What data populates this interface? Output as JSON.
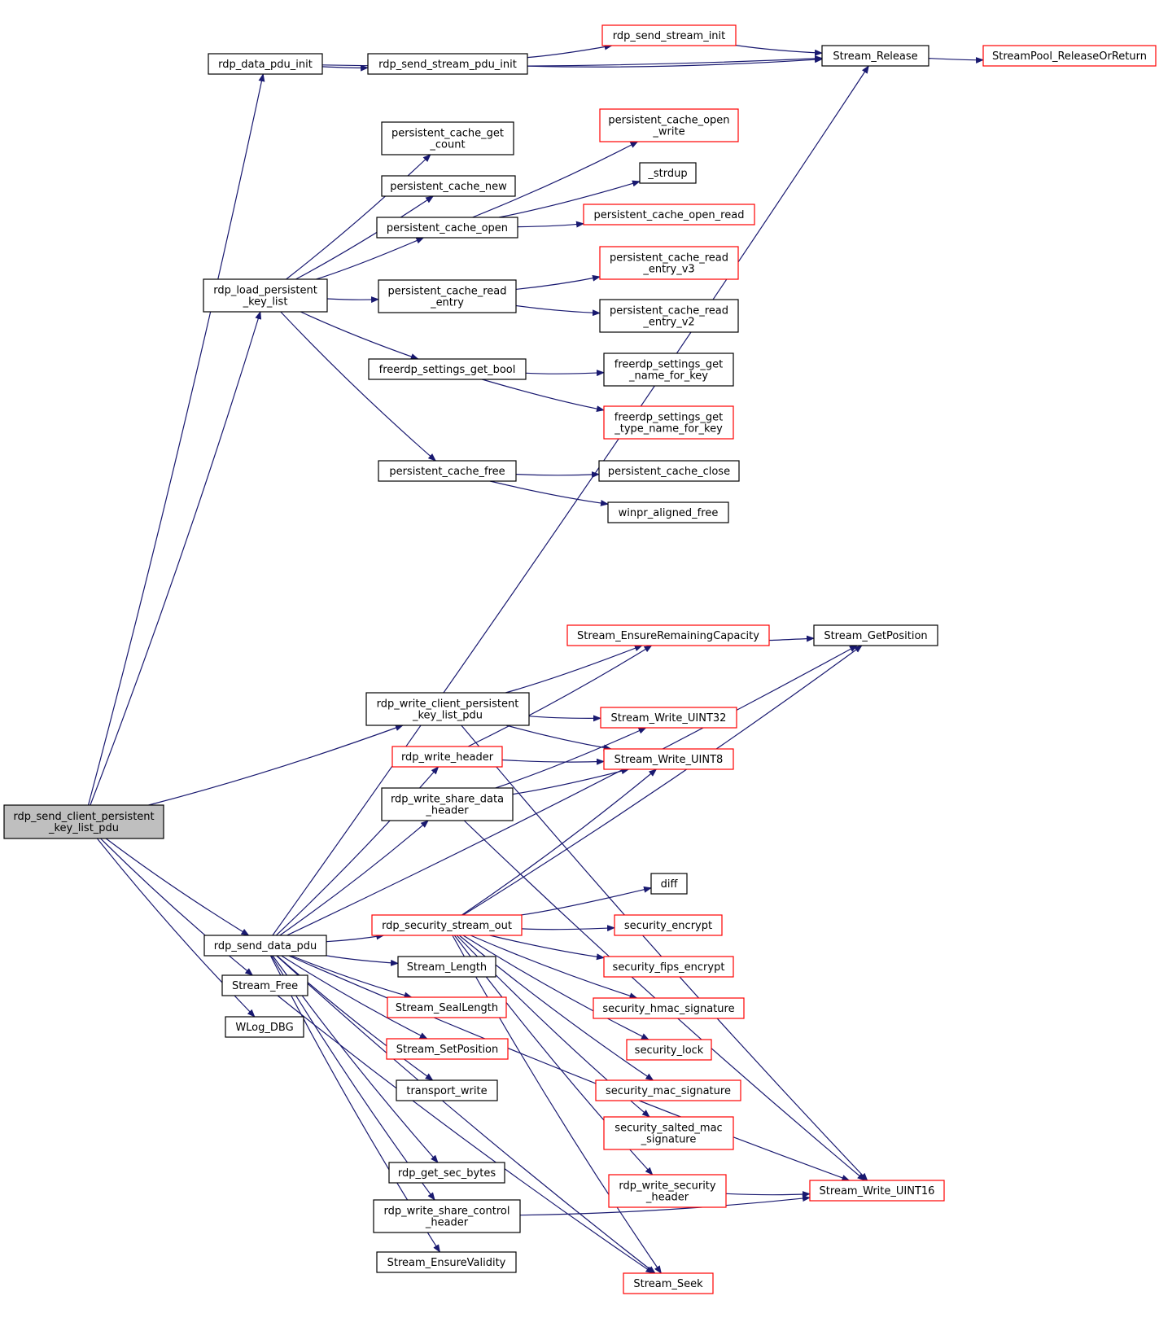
{
  "colors": {
    "edge": "#191970",
    "black_border": "#000000",
    "red_border": "#ff0000",
    "root_fill": "#bfbfbf",
    "node_fill": "#ffffff"
  },
  "nodes": {
    "root": {
      "lines": [
        "rdp_send_client_persistent",
        "_key_list_pdu"
      ],
      "border": "black",
      "root": true
    },
    "rdp_data_pdu_init": {
      "lines": [
        "rdp_data_pdu_init"
      ],
      "border": "black"
    },
    "rdp_send_stream_pdu_init": {
      "lines": [
        "rdp_send_stream_pdu_init"
      ],
      "border": "black"
    },
    "rdp_send_stream_init": {
      "lines": [
        "rdp_send_stream_init"
      ],
      "border": "red"
    },
    "Stream_Release": {
      "lines": [
        "Stream_Release"
      ],
      "border": "black"
    },
    "StreamPool_ReleaseOrReturn": {
      "lines": [
        "StreamPool_ReleaseOrReturn"
      ],
      "border": "red"
    },
    "rdp_load_persistent_key_list": {
      "lines": [
        "rdp_load_persistent",
        "_key_list"
      ],
      "border": "black"
    },
    "persistent_cache_get_count": {
      "lines": [
        "persistent_cache_get",
        "_count"
      ],
      "border": "black"
    },
    "persistent_cache_new": {
      "lines": [
        "persistent_cache_new"
      ],
      "border": "black"
    },
    "persistent_cache_open": {
      "lines": [
        "persistent_cache_open"
      ],
      "border": "black"
    },
    "persistent_cache_open_write": {
      "lines": [
        "persistent_cache_open",
        "_write"
      ],
      "border": "red"
    },
    "_strdup": {
      "lines": [
        "_strdup"
      ],
      "border": "black"
    },
    "persistent_cache_open_read": {
      "lines": [
        "persistent_cache_open_read"
      ],
      "border": "red"
    },
    "persistent_cache_read_entry": {
      "lines": [
        "persistent_cache_read",
        "_entry"
      ],
      "border": "black"
    },
    "persistent_cache_read_entry_v3": {
      "lines": [
        "persistent_cache_read",
        "_entry_v3"
      ],
      "border": "red"
    },
    "persistent_cache_read_entry_v2": {
      "lines": [
        "persistent_cache_read",
        "_entry_v2"
      ],
      "border": "black"
    },
    "freerdp_settings_get_bool": {
      "lines": [
        "freerdp_settings_get_bool"
      ],
      "border": "black"
    },
    "freerdp_settings_get_name_for_key": {
      "lines": [
        "freerdp_settings_get",
        "_name_for_key"
      ],
      "border": "black"
    },
    "freerdp_settings_get_type_name_for_key": {
      "lines": [
        "freerdp_settings_get",
        "_type_name_for_key"
      ],
      "border": "red"
    },
    "persistent_cache_free": {
      "lines": [
        "persistent_cache_free"
      ],
      "border": "black"
    },
    "persistent_cache_close": {
      "lines": [
        "persistent_cache_close"
      ],
      "border": "black"
    },
    "winpr_aligned_free": {
      "lines": [
        "winpr_aligned_free"
      ],
      "border": "black"
    },
    "Stream_EnsureRemainingCapacity": {
      "lines": [
        "Stream_EnsureRemainingCapacity"
      ],
      "border": "red"
    },
    "Stream_GetPosition": {
      "lines": [
        "Stream_GetPosition"
      ],
      "border": "black"
    },
    "rdp_write_client_persistent_key_list_pdu": {
      "lines": [
        "rdp_write_client_persistent",
        "_key_list_pdu"
      ],
      "border": "black"
    },
    "Stream_Write_UINT32": {
      "lines": [
        "Stream_Write_UINT32"
      ],
      "border": "red"
    },
    "rdp_write_header": {
      "lines": [
        "rdp_write_header"
      ],
      "border": "red"
    },
    "Stream_Write_UINT8": {
      "lines": [
        "Stream_Write_UINT8"
      ],
      "border": "red"
    },
    "rdp_write_share_data_header": {
      "lines": [
        "rdp_write_share_data",
        "_header"
      ],
      "border": "black"
    },
    "diff": {
      "lines": [
        "diff"
      ],
      "border": "black"
    },
    "rdp_send_data_pdu": {
      "lines": [
        "rdp_send_data_pdu"
      ],
      "border": "black"
    },
    "rdp_security_stream_out": {
      "lines": [
        "rdp_security_stream_out"
      ],
      "border": "red"
    },
    "security_encrypt": {
      "lines": [
        "security_encrypt"
      ],
      "border": "red"
    },
    "security_fips_encrypt": {
      "lines": [
        "security_fips_encrypt"
      ],
      "border": "red"
    },
    "security_hmac_signature": {
      "lines": [
        "security_hmac_signature"
      ],
      "border": "red"
    },
    "security_lock": {
      "lines": [
        "security_lock"
      ],
      "border": "red"
    },
    "security_mac_signature": {
      "lines": [
        "security_mac_signature"
      ],
      "border": "red"
    },
    "security_salted_mac_signature": {
      "lines": [
        "security_salted_mac",
        "_signature"
      ],
      "border": "red"
    },
    "rdp_write_security_header": {
      "lines": [
        "rdp_write_security",
        "_header"
      ],
      "border": "red"
    },
    "Stream_Write_UINT16": {
      "lines": [
        "Stream_Write_UINT16"
      ],
      "border": "red"
    },
    "Stream_Seek": {
      "lines": [
        "Stream_Seek"
      ],
      "border": "red"
    },
    "Stream_Length": {
      "lines": [
        "Stream_Length"
      ],
      "border": "black"
    },
    "Stream_SealLength": {
      "lines": [
        "Stream_SealLength"
      ],
      "border": "red"
    },
    "Stream_SetPosition": {
      "lines": [
        "Stream_SetPosition"
      ],
      "border": "red"
    },
    "transport_write": {
      "lines": [
        "transport_write"
      ],
      "border": "black"
    },
    "rdp_get_sec_bytes": {
      "lines": [
        "rdp_get_sec_bytes"
      ],
      "border": "black"
    },
    "rdp_write_share_control_header": {
      "lines": [
        "rdp_write_share_control",
        "_header"
      ],
      "border": "black"
    },
    "Stream_EnsureValidity": {
      "lines": [
        "Stream_EnsureValidity"
      ],
      "border": "black"
    },
    "Stream_Free": {
      "lines": [
        "Stream_Free"
      ],
      "border": "black"
    },
    "WLog_DBG": {
      "lines": [
        "WLog_DBG"
      ],
      "border": "black"
    }
  },
  "edges": [
    [
      "root",
      "rdp_data_pdu_init"
    ],
    [
      "root",
      "rdp_load_persistent_key_list"
    ],
    [
      "root",
      "rdp_write_client_persistent_key_list_pdu"
    ],
    [
      "root",
      "rdp_send_data_pdu"
    ],
    [
      "root",
      "Stream_Free"
    ],
    [
      "root",
      "WLog_DBG"
    ],
    [
      "rdp_data_pdu_init",
      "rdp_send_stream_pdu_init"
    ],
    [
      "rdp_data_pdu_init",
      "Stream_Release"
    ],
    [
      "rdp_send_stream_pdu_init",
      "rdp_send_stream_init"
    ],
    [
      "rdp_send_stream_pdu_init",
      "Stream_Release"
    ],
    [
      "rdp_send_stream_init",
      "Stream_Release"
    ],
    [
      "Stream_Release",
      "StreamPool_ReleaseOrReturn"
    ],
    [
      "rdp_load_persistent_key_list",
      "persistent_cache_get_count"
    ],
    [
      "rdp_load_persistent_key_list",
      "persistent_cache_new"
    ],
    [
      "rdp_load_persistent_key_list",
      "persistent_cache_open"
    ],
    [
      "rdp_load_persistent_key_list",
      "persistent_cache_read_entry"
    ],
    [
      "rdp_load_persistent_key_list",
      "freerdp_settings_get_bool"
    ],
    [
      "rdp_load_persistent_key_list",
      "persistent_cache_free"
    ],
    [
      "persistent_cache_open",
      "persistent_cache_open_write"
    ],
    [
      "persistent_cache_open",
      "_strdup"
    ],
    [
      "persistent_cache_open",
      "persistent_cache_open_read"
    ],
    [
      "persistent_cache_read_entry",
      "persistent_cache_read_entry_v3"
    ],
    [
      "persistent_cache_read_entry",
      "persistent_cache_read_entry_v2"
    ],
    [
      "freerdp_settings_get_bool",
      "freerdp_settings_get_name_for_key"
    ],
    [
      "freerdp_settings_get_bool",
      "freerdp_settings_get_type_name_for_key"
    ],
    [
      "persistent_cache_free",
      "persistent_cache_close"
    ],
    [
      "persistent_cache_free",
      "winpr_aligned_free"
    ],
    [
      "rdp_write_client_persistent_key_list_pdu",
      "Stream_EnsureRemainingCapacity"
    ],
    [
      "rdp_write_client_persistent_key_list_pdu",
      "Stream_Write_UINT32"
    ],
    [
      "rdp_write_client_persistent_key_list_pdu",
      "Stream_Write_UINT8"
    ],
    [
      "rdp_write_client_persistent_key_list_pdu",
      "Stream_Write_UINT16"
    ],
    [
      "Stream_EnsureRemainingCapacity",
      "Stream_GetPosition"
    ],
    [
      "rdp_send_data_pdu",
      "Stream_Release"
    ],
    [
      "rdp_send_data_pdu",
      "Stream_GetPosition"
    ],
    [
      "rdp_send_data_pdu",
      "rdp_write_header"
    ],
    [
      "rdp_send_data_pdu",
      "rdp_write_share_data_header"
    ],
    [
      "rdp_send_data_pdu",
      "rdp_security_stream_out"
    ],
    [
      "rdp_send_data_pdu",
      "Stream_Length"
    ],
    [
      "rdp_send_data_pdu",
      "Stream_SealLength"
    ],
    [
      "rdp_send_data_pdu",
      "Stream_SetPosition"
    ],
    [
      "rdp_send_data_pdu",
      "transport_write"
    ],
    [
      "rdp_send_data_pdu",
      "rdp_get_sec_bytes"
    ],
    [
      "rdp_send_data_pdu",
      "rdp_write_share_control_header"
    ],
    [
      "rdp_send_data_pdu",
      "Stream_EnsureValidity"
    ],
    [
      "rdp_send_data_pdu",
      "Stream_Seek"
    ],
    [
      "rdp_send_data_pdu",
      "Stream_Write_UINT16"
    ],
    [
      "rdp_write_header",
      "Stream_EnsureRemainingCapacity"
    ],
    [
      "rdp_write_header",
      "Stream_Write_UINT8"
    ],
    [
      "rdp_write_share_data_header",
      "Stream_Write_UINT32"
    ],
    [
      "rdp_write_share_data_header",
      "Stream_Write_UINT8"
    ],
    [
      "rdp_write_share_data_header",
      "Stream_Write_UINT16"
    ],
    [
      "rdp_security_stream_out",
      "Stream_GetPosition"
    ],
    [
      "rdp_security_stream_out",
      "Stream_Write_UINT8"
    ],
    [
      "rdp_security_stream_out",
      "diff"
    ],
    [
      "rdp_security_stream_out",
      "security_encrypt"
    ],
    [
      "rdp_security_stream_out",
      "security_fips_encrypt"
    ],
    [
      "rdp_security_stream_out",
      "security_hmac_signature"
    ],
    [
      "rdp_security_stream_out",
      "security_lock"
    ],
    [
      "rdp_security_stream_out",
      "security_mac_signature"
    ],
    [
      "rdp_security_stream_out",
      "security_salted_mac_signature"
    ],
    [
      "rdp_security_stream_out",
      "rdp_write_security_header"
    ],
    [
      "rdp_security_stream_out",
      "Stream_Seek"
    ],
    [
      "rdp_write_security_header",
      "Stream_Write_UINT16"
    ],
    [
      "rdp_write_share_control_header",
      "Stream_Write_UINT16"
    ],
    [
      "Stream_Free",
      "Stream_Seek"
    ]
  ]
}
